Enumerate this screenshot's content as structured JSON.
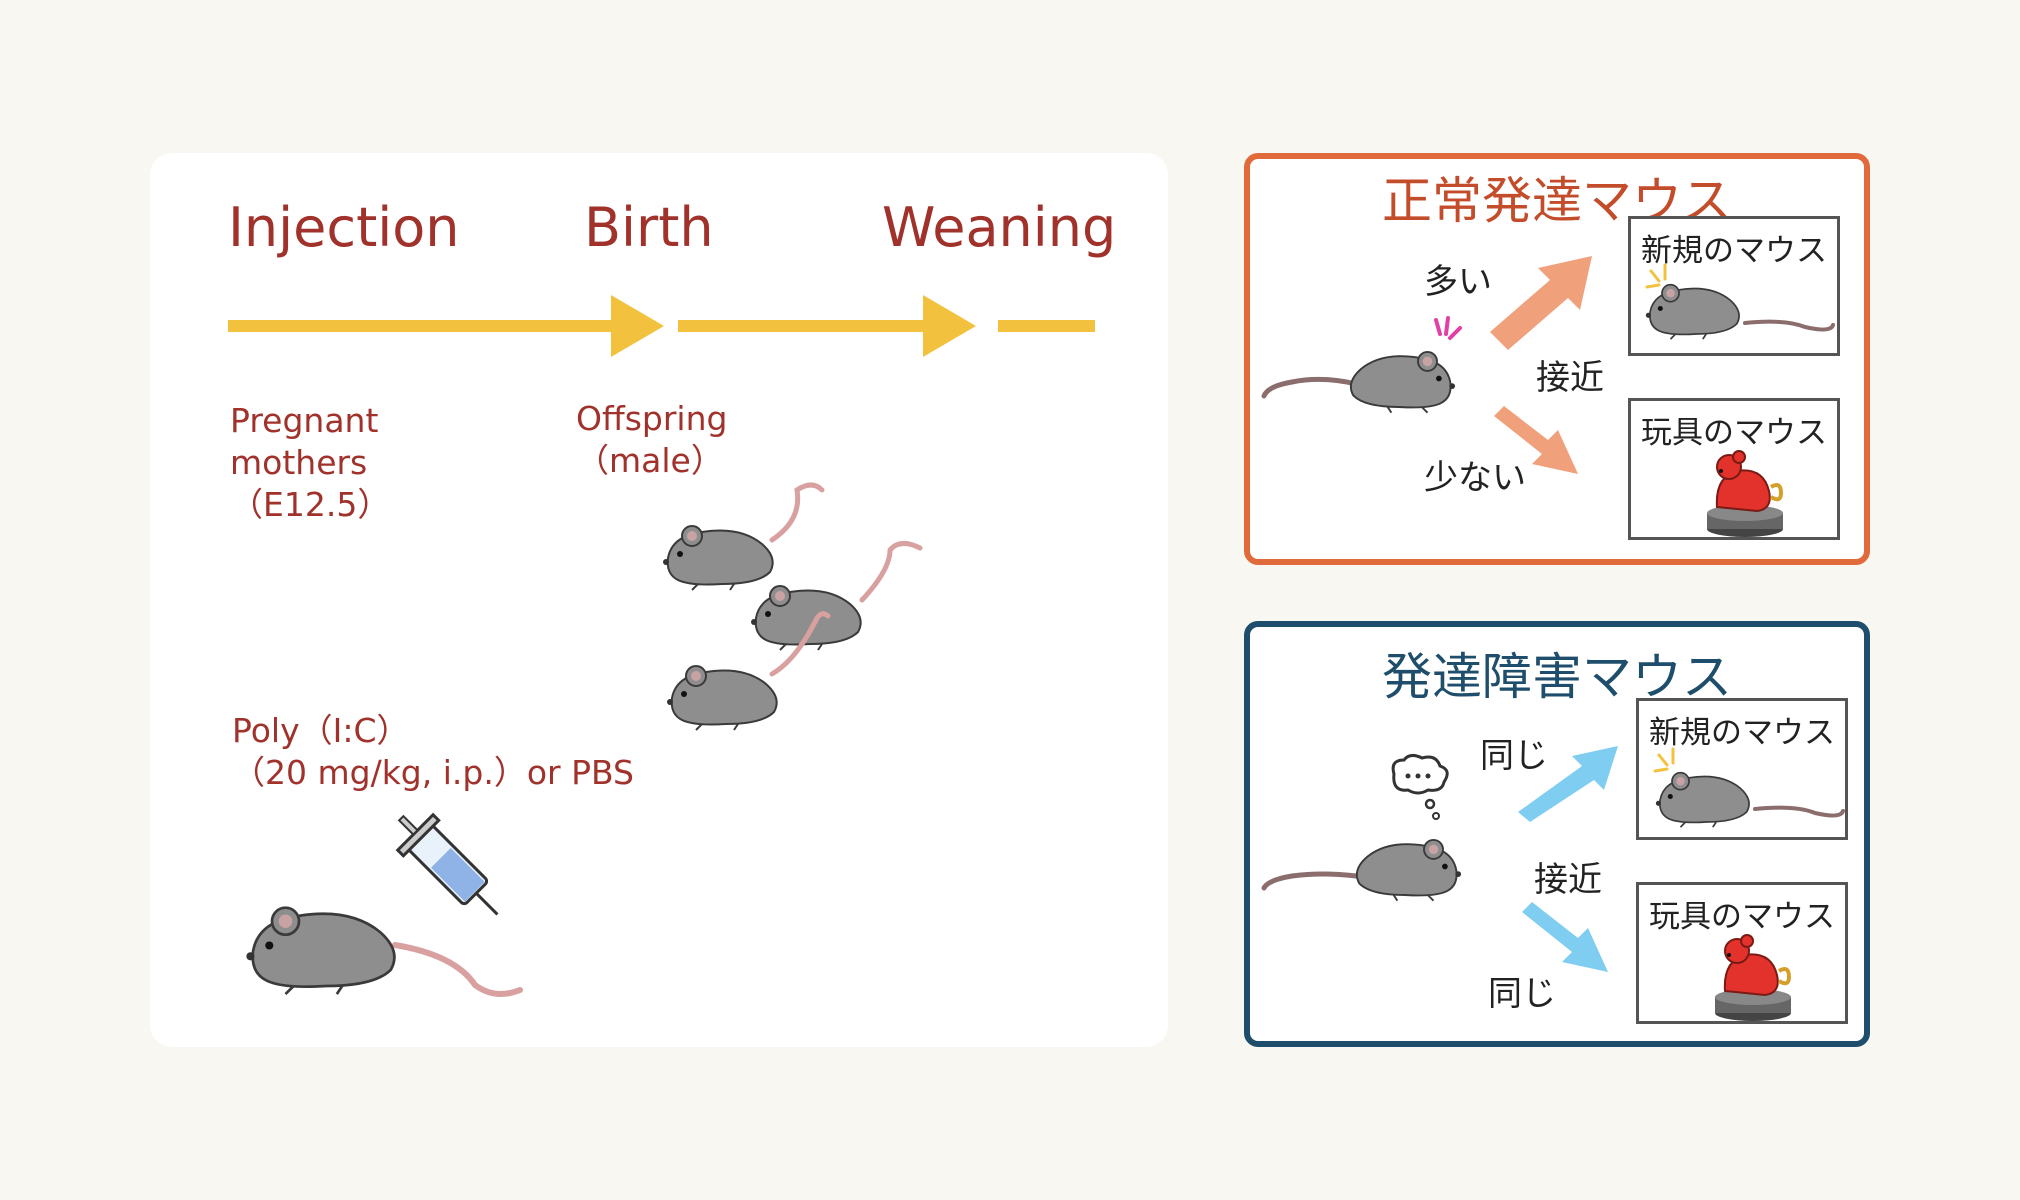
{
  "timeline": {
    "stages": [
      "Injection",
      "Birth",
      "Weaning"
    ],
    "mother_label": "Pregnant\nmothers\n（E12.5）",
    "offspring_label": "Offspring\n（male）",
    "treatment_label": "Poly（I:C）\n（20 mg/kg, i.p.）or PBS"
  },
  "normal_panel": {
    "title": "正常発達マウス",
    "more_label": "多い",
    "less_label": "少ない",
    "approach_label": "接近",
    "novel_mouse_label": "新規のマウス",
    "toy_mouse_label": "玩具のマウス"
  },
  "impaired_panel": {
    "title": "発達障害マウス",
    "same_label_top": "同じ",
    "same_label_bottom": "同じ",
    "approach_label": "接近",
    "novel_mouse_label": "新規のマウス",
    "toy_mouse_label": "玩具のマウス"
  },
  "colors": {
    "timeline_arrow": "#f2c23f",
    "label_red": "#a0322b",
    "normal_accent": "#e06a3a",
    "normal_arrow": "#f0a07a",
    "impaired_accent": "#1e4e6b",
    "impaired_arrow": "#7fcdf0",
    "mouse_gray": "#8e8e8e",
    "toy_red": "#e3322b"
  }
}
